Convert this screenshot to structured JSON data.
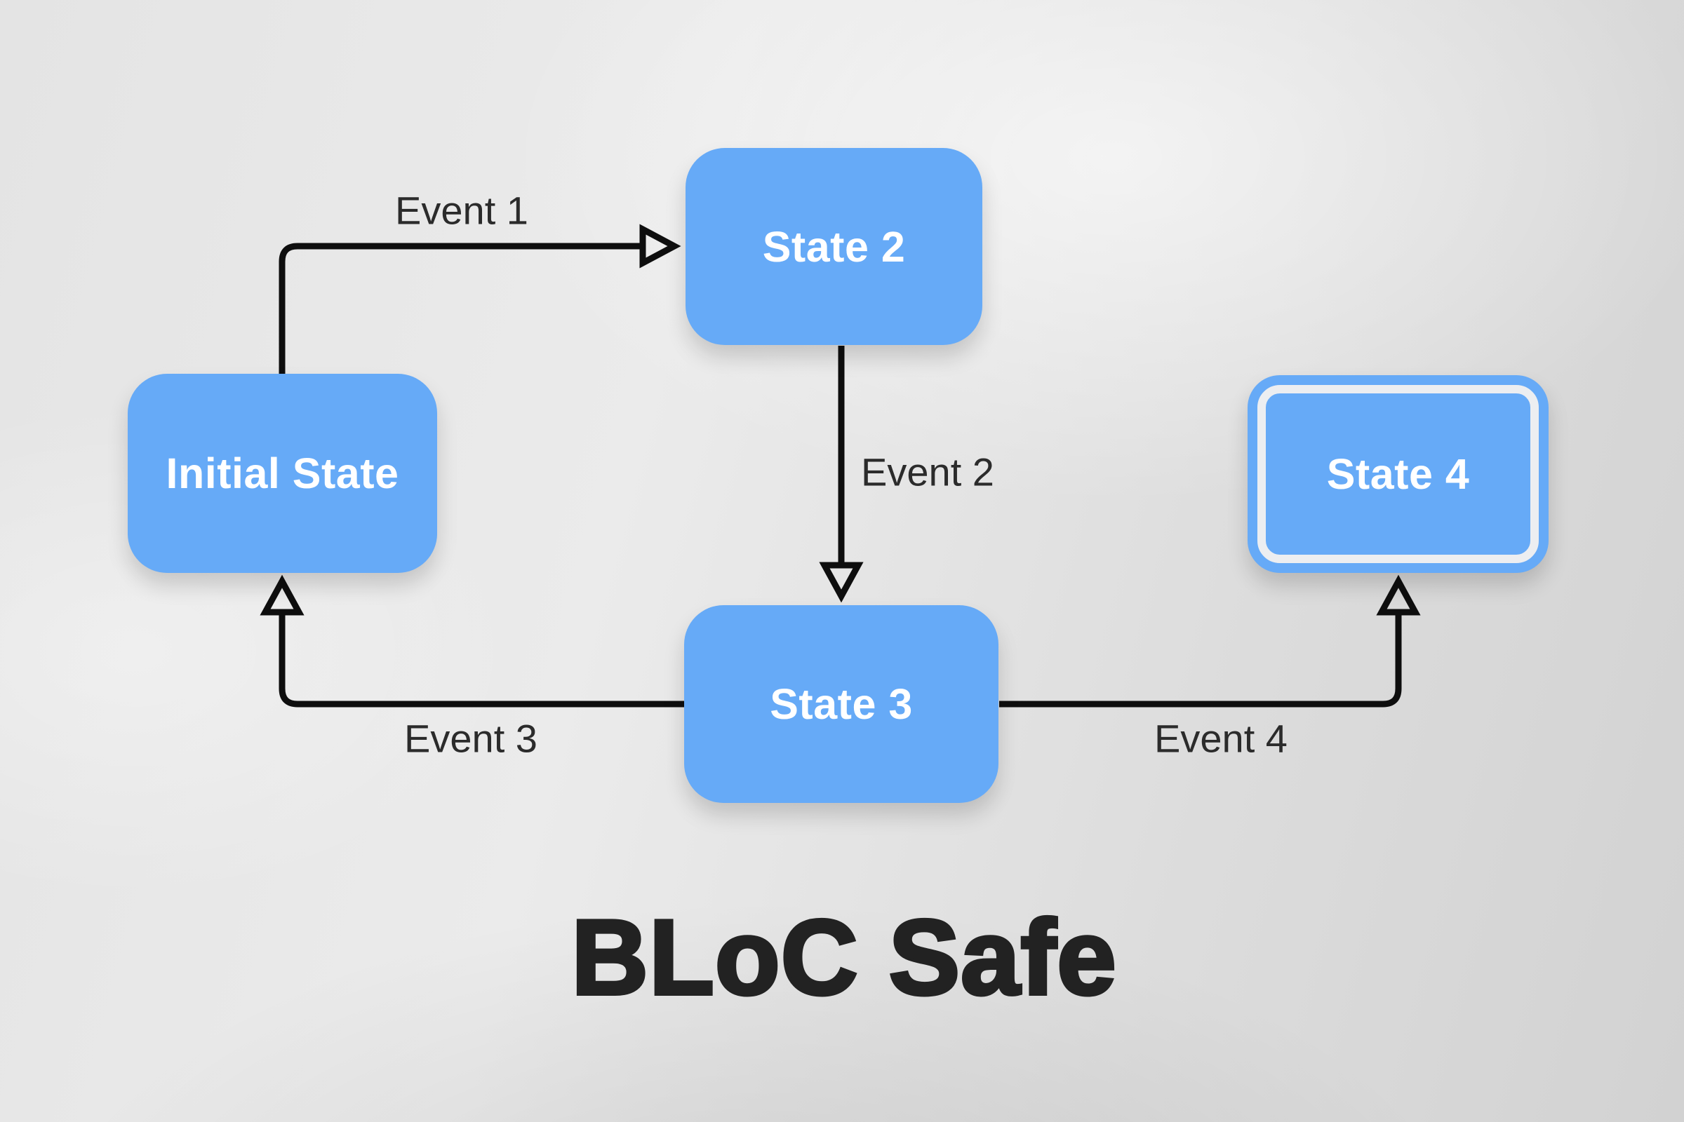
{
  "title": "BLoC Safe",
  "colors": {
    "node_fill": "#66aaf7",
    "node_text": "#ffffff",
    "arrow": "#0e0e0e",
    "edge_label_text": "#2b2b2b",
    "title_text": "#222222",
    "final_state_ring": "#eceef1",
    "background_light": "#ebebeb",
    "background_dark": "#d2d2d2"
  },
  "nodes": [
    {
      "id": "initial",
      "label": "Initial State",
      "type": "state"
    },
    {
      "id": "state2",
      "label": "State 2",
      "type": "state"
    },
    {
      "id": "state3",
      "label": "State 3",
      "type": "state"
    },
    {
      "id": "state4",
      "label": "State 4",
      "type": "final-state"
    }
  ],
  "edges": [
    {
      "id": "event1",
      "label": "Event 1",
      "from": "initial",
      "to": "state2"
    },
    {
      "id": "event2",
      "label": "Event 2",
      "from": "state2",
      "to": "state3"
    },
    {
      "id": "event3",
      "label": "Event 3",
      "from": "state3",
      "to": "initial"
    },
    {
      "id": "event4",
      "label": "Event 4",
      "from": "state3",
      "to": "state4"
    }
  ]
}
